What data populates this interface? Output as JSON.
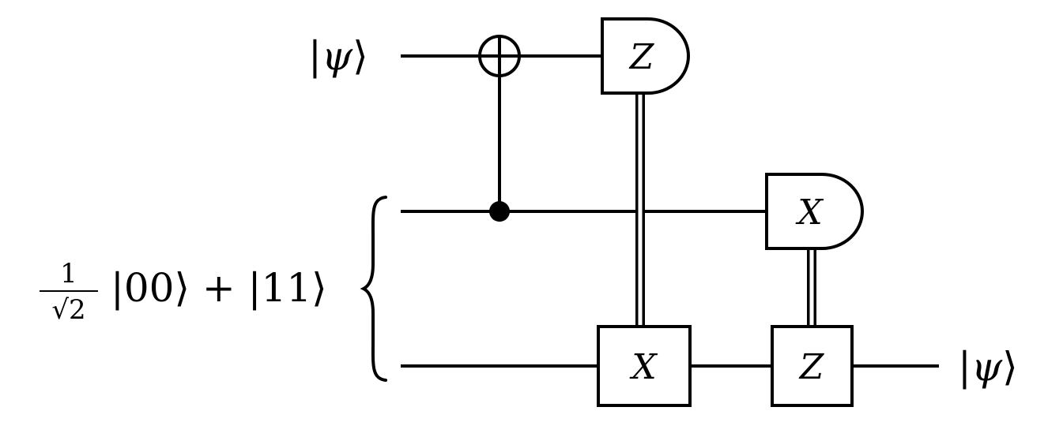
{
  "input_state": {
    "bar_left": "|",
    "symbol": "ψ",
    "bracket_right": "⟩"
  },
  "bell_state": {
    "fraction_numerator": "1",
    "fraction_denominator": "√2",
    "expression": "|00⟩ + |11⟩"
  },
  "output_state": {
    "bar_left": "|",
    "symbol": "ψ",
    "bracket_right": "⟩"
  },
  "gates": {
    "measure_z": "Z",
    "measure_x": "X",
    "correction_x": "X",
    "correction_z": "Z"
  }
}
